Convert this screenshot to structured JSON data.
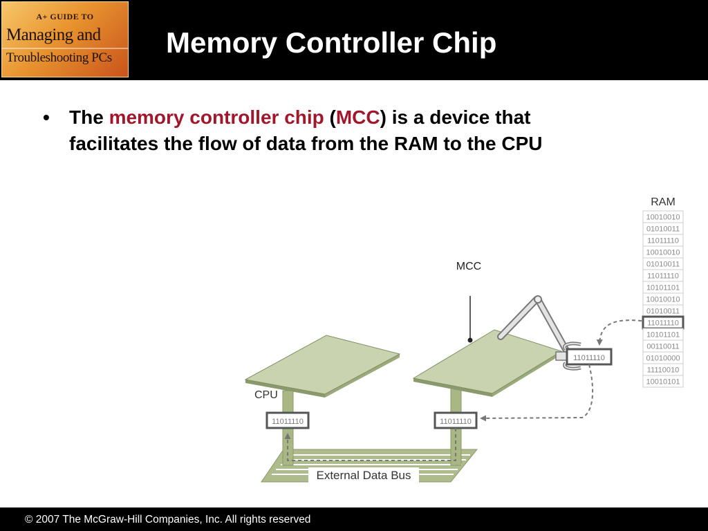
{
  "header": {
    "logo": {
      "line1": "A+ GUIDE TO",
      "line2": "Managing and",
      "line3": "Troubleshooting PCs"
    },
    "title": "Memory Controller Chip"
  },
  "bullet": {
    "part1": "The ",
    "term": "memory controller chip",
    "part2": " (",
    "abbr": "MCC",
    "part3": ") is a device that facilitates the flow of data from the RAM to the CPU"
  },
  "diagram": {
    "ram_label": "RAM",
    "ram_cells": [
      "10010010",
      "01010011",
      "11011110",
      "10010010",
      "01010011",
      "11011110",
      "10101101",
      "10010010",
      "01010011",
      "11011110",
      "10101101",
      "00110011",
      "01010000",
      "11110010",
      "10010101"
    ],
    "highlighted_cell_index": 9,
    "mcc_label": "MCC",
    "cpu_label": "CPU",
    "cpu_value": "11011110",
    "mcc_value": "11011110",
    "claw_value": "11011110",
    "bus_label": "External Data Bus"
  },
  "colors": {
    "accent": "#a1162b",
    "chip": "#c9d3b0",
    "post": "#a8b784"
  },
  "footer": {
    "copyright": "© 2007 The McGraw-Hill Companies, Inc. All rights reserved"
  }
}
